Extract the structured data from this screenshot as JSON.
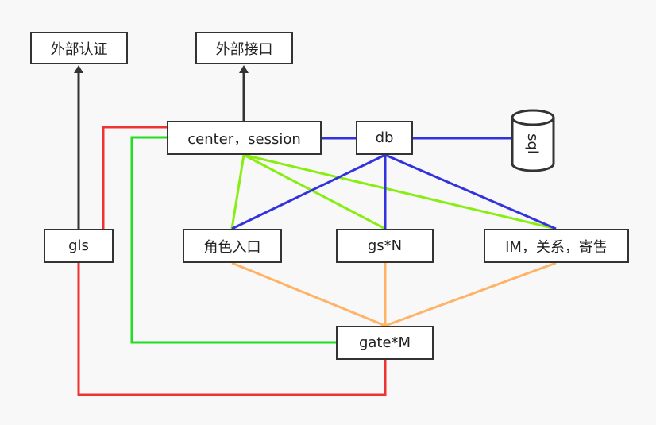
{
  "nodes": {
    "ext_auth": "外部认证",
    "ext_api": "外部接口",
    "center": "center，session",
    "db": "db",
    "sql": "sql",
    "gls": "gls",
    "role": "角色入口",
    "gs": "gs*N",
    "im": "IM，关系，寄售",
    "gate": "gate*M"
  },
  "colors": {
    "box_border": "#333333",
    "arrow": "#333333",
    "red": "#ee3333",
    "green": "#22dd22",
    "lime": "#88ee11",
    "blue": "#3333dd",
    "orange": "#ffb366"
  }
}
